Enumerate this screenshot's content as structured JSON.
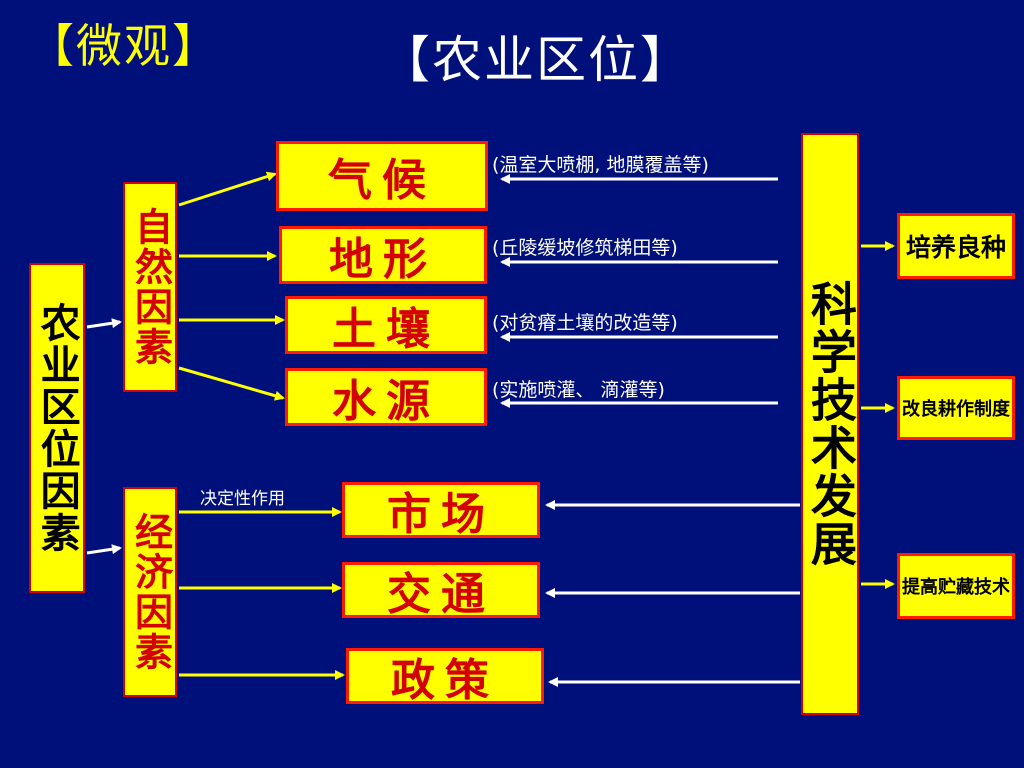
{
  "title_left": "【微观】",
  "title_main": "【农业区位】",
  "main_factor": "农业区位因素",
  "natural": {
    "label": "自然因素",
    "factors": [
      "气候",
      "地形",
      "土壤",
      "水源"
    ],
    "notes": [
      "(温室大喷棚, 地膜覆盖等)",
      "(丘陵缓坡修筑梯田等)",
      "(对贫瘠土壤的改造等)",
      "(实施喷灌、 滴灌等)"
    ]
  },
  "economic": {
    "label": "经济因素",
    "factors": [
      "市场",
      "交通",
      "政策"
    ],
    "note": "决定性作用"
  },
  "science": "科学技术发展",
  "outcomes": [
    "培养良种",
    "改良耕作制度",
    "提高贮藏技术"
  ],
  "colors": {
    "background": "#00107a",
    "box_fill": "#ffff00",
    "box_border": "#ff1a00",
    "text_red": "#d40000",
    "arrow_yellow": "#ffff00",
    "arrow_white": "#ffffff"
  }
}
